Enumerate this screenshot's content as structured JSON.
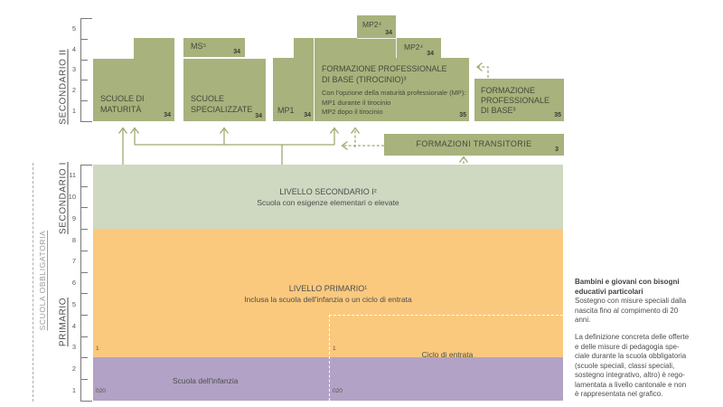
{
  "colors": {
    "box_green": "#a7b27d",
    "band_green": "#cfd8c1",
    "band_orange": "#fac97e",
    "band_purple": "#b2a2c5",
    "arrow": "#9dab6e"
  },
  "axes": {
    "secondario2": {
      "label": "SECONDARIO II",
      "ticks": [
        "5",
        "4",
        "3",
        "2",
        "1"
      ]
    },
    "secondario1": {
      "label": "SECONDARIO I"
    },
    "primario": {
      "label": "PRIMARIO"
    },
    "obbligatoria": {
      "label": "SCUOLA OBBLIGATORIA"
    },
    "lower_ticks": [
      "11",
      "10",
      "9",
      "8",
      "7",
      "6",
      "5",
      "4",
      "3",
      "2",
      "1"
    ]
  },
  "boxes": {
    "maturita": {
      "lines": [
        "SCUOLE DI",
        "MATURITÀ"
      ],
      "code": "34"
    },
    "ms": {
      "title": "MS⁵",
      "code": "34"
    },
    "specializzate": {
      "lines": [
        "SCUOLE",
        "SPECIALIZZATE"
      ],
      "code": "34"
    },
    "mp1": {
      "title": "MP1",
      "code": "34"
    },
    "mp2_sopra": {
      "title": "MP2⁴",
      "code": "34"
    },
    "mp2_dopo": {
      "title": "MP2⁴",
      "code": "34"
    },
    "tirocinio": {
      "lines": [
        "FORMAZIONE PROFESSIONALE",
        "DI BASE (TIROCINIO)³"
      ],
      "sub_lines": [
        "Con l'opzione della maturità professionale (MP):",
        "MP1 durante il tirocinio",
        "MP2 dopo il tirocinio"
      ],
      "code": "35"
    },
    "fp_base": {
      "lines": [
        "FORMAZIONE",
        "PROFESSIONALE",
        "DI BASE³"
      ],
      "code": "35"
    },
    "transitorie": {
      "title": "FORMAZIONI TRANSITORIE",
      "code": "3"
    }
  },
  "bands": {
    "secondario1": {
      "title": "LIVELLO SECONDARIO I²",
      "subtitle": "Scuola con esigenze elementari o elevate"
    },
    "primario": {
      "title": "LIVELLO PRIMARIO¹",
      "subtitle": "Inclusa la scuola dell'infanzia o un ciclo di entrata"
    },
    "infanzia": {
      "label": "Scuola dell'infanzia",
      "isced": "020",
      "isced_primario": "1"
    },
    "ciclo_entrata": {
      "label": "Ciclo di entrata",
      "isced": "020",
      "isced_primario": "1"
    }
  },
  "note": {
    "heading": [
      "Bambini e giovani con bisogni",
      "educativi particolari"
    ],
    "para1": [
      "Sostegno con misure speciali dalla",
      "nascita fino al compimento di 20",
      "anni."
    ],
    "para2": [
      "La definizione concreta delle offerte",
      "e delle misure di pedagogia spe-",
      "ciale durante la scuola obbligatoria",
      "(scuole speciali, classi speciali,",
      "sostegno integrativo, altro) è rego-",
      "lamentata a livello cantonale e non",
      "è rappresentata nel grafico."
    ]
  }
}
